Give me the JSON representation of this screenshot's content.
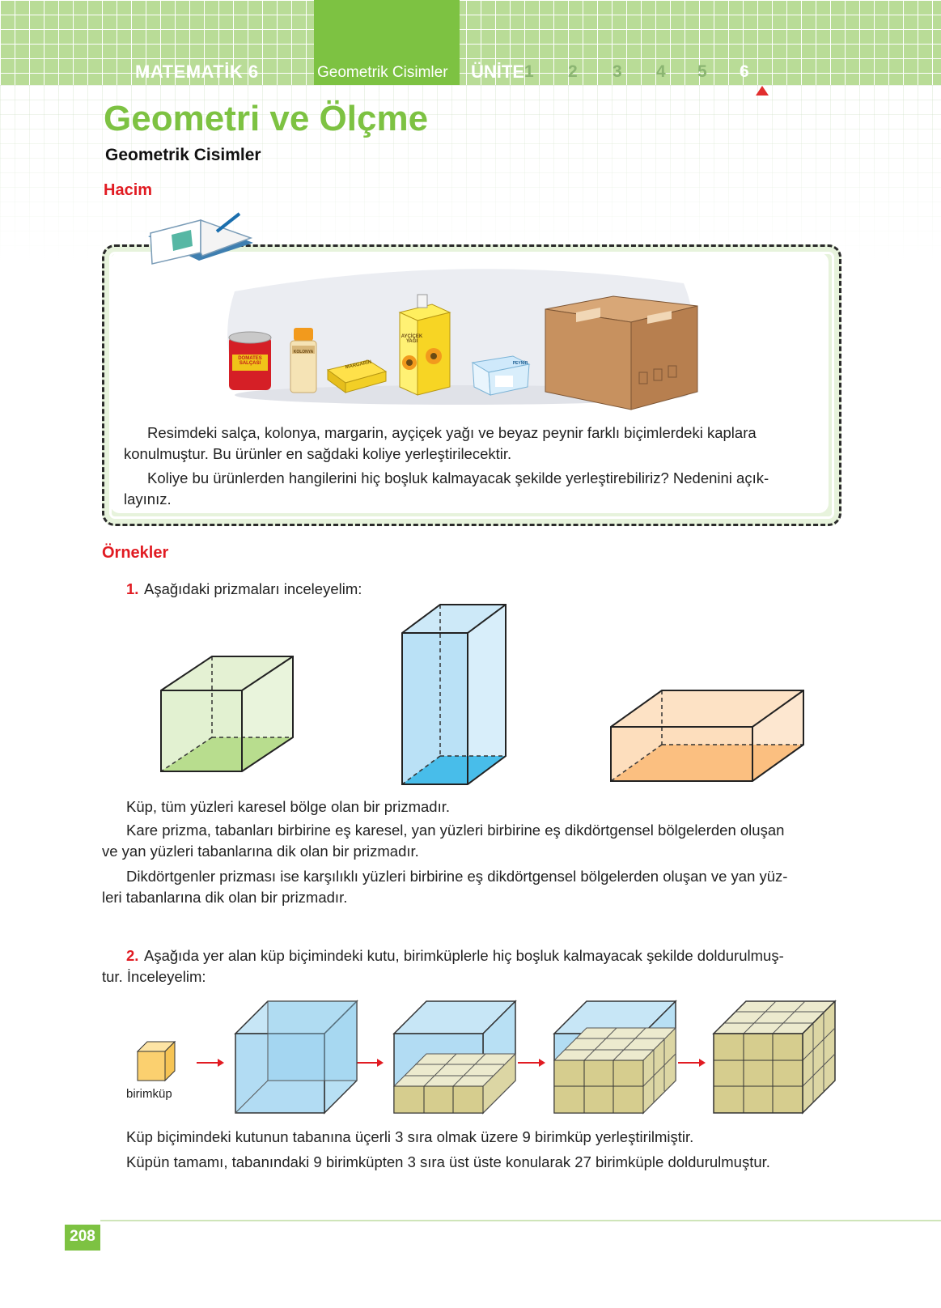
{
  "header": {
    "subject": "MATEMATİK 6",
    "topic": "Geometrik Cisimler",
    "unit_label": "ÜNİTE",
    "units": [
      "1",
      "2",
      "3",
      "4",
      "5",
      "6"
    ],
    "active_unit": "6"
  },
  "title": "Geometri ve Ölçme",
  "subtitle": "Geometrik Cisimler",
  "section": "Hacim",
  "intro": {
    "product_labels": {
      "salca": "DOMATES SALÇASI",
      "kolonya": "KOLONYA",
      "margarin": "MARGARİN",
      "aycicek": "AYÇİÇEK YAĞI",
      "peynir": "PEYNİR"
    },
    "para1_line1": "Resimdeki salça, kolonya, margarin, ayçiçek yağı ve beyaz peynir farklı biçimlerdeki kaplara",
    "para1_line2": "konulmuştur. Bu ürünler en sağdaki koliye yerleştirilecektir.",
    "para2_line1": "Koliye bu ürünlerden hangilerini hiç boşluk kalmayacak şekilde yerleştirebiliriz? Nedenini açık-",
    "para2_line2": "layınız."
  },
  "examples": {
    "heading": "Örnekler",
    "ex1_num": "1.",
    "ex1_text": "Aşağıdaki prizmaları inceleyelim:",
    "def1": "Küp, tüm yüzleri karesel bölge olan bir prizmadır.",
    "def2_line1": "Kare prizma, tabanları birbirine eş karesel, yan yüzleri birbirine eş dikdörtgensel bölgelerden oluşan",
    "def2_line2": "ve yan yüzleri tabanlarına dik olan bir prizmadır.",
    "def3_line1": "Dikdörtgenler prizması ise karşılıklı yüzleri birbirine eş dikdörtgensel bölgelerden oluşan ve yan yüz-",
    "def3_line2": "leri tabanlarına dik olan bir prizmadır.",
    "ex2_num": "2.",
    "ex2_line1": "Aşağıda yer alan küp biçimindeki kutu, birimküplerle hiç boşluk kalmayacak şekilde doldurulmuş-",
    "ex2_line2": "tur. İnceleyelim:",
    "unit_cube_label": "birimküp",
    "conclusion1": "Küp biçimindeki kutunun tabanına üçerli 3 sıra olmak üzere 9 birimküp yerleştirilmiştir.",
    "conclusion2": "Küpün tamamı, tabanındaki 9 birimküpten 3 sıra üst üste konularak 27 birimküple doldurulmuştur."
  },
  "page_number": "208",
  "colors": {
    "brand_green": "#7dc242",
    "accent_red": "#e11b22",
    "cube_green": "#cfe6b0",
    "prism_blue": "#a9dcf5",
    "box_orange": "#fbc998",
    "unit_cube": "#f9cf6a",
    "filled_cube": "#d8cf96"
  }
}
